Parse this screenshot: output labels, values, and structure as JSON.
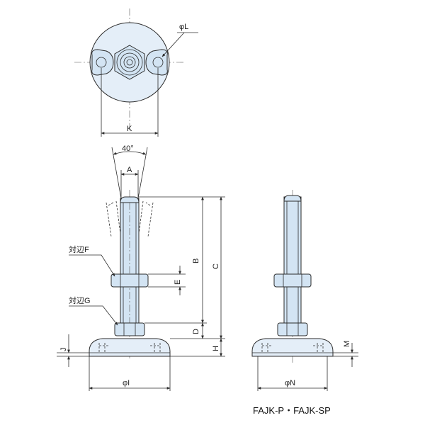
{
  "labels": {
    "phi_L": "φL",
    "K": "K",
    "angle": "40°",
    "A": "A",
    "B": "B",
    "C": "C",
    "D": "D",
    "E": "E",
    "H": "H",
    "J": "J",
    "M": "M",
    "width_F": "対辺F",
    "width_G": "対辺G",
    "phi_I": "φI",
    "phi_N": "φN"
  },
  "caption": "FAJK-P・FAJK-SP",
  "colors": {
    "part_fill": "#d3e4f3",
    "line": "#2b2b2b"
  }
}
